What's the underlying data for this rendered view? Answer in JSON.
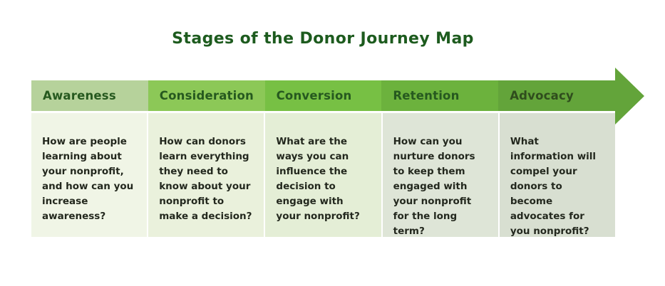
{
  "title": "Stages of the Donor Journey Map",
  "colors": {
    "background": "#ffffff",
    "title_text": "#1d5b1e",
    "body_text": "#23281e",
    "arrow": "#63a43a"
  },
  "icons": {
    "arrow_head": "right-arrow-head"
  },
  "stages": [
    {
      "label": "Awareness",
      "question": "How are people learning about your nonprofit, and how can you increase awareness?",
      "header_bg": "#b6d29b",
      "body_bg": "#f0f5e6",
      "label_color": "#26591f"
    },
    {
      "label": "Consideration",
      "question": "How can donors learn everything they need to know about your nonprofit to make a decision?",
      "header_bg": "#8cc857",
      "body_bg": "#eaf1dc",
      "label_color": "#26591f"
    },
    {
      "label": "Conversion",
      "question": "What are the ways you can influence the decision to engage with your nonprofit?",
      "header_bg": "#77c044",
      "body_bg": "#e4eed6",
      "label_color": "#26591f"
    },
    {
      "label": "Retention",
      "question": "How can you nurture donors to keep them engaged with your nonprofit for the long term?",
      "header_bg": "#6cb23d",
      "body_bg": "#dee5d7",
      "label_color": "#26591f"
    },
    {
      "label": "Advocacy",
      "question": "What information will compel your donors to become advocates for you nonprofit?",
      "header_bg": "#63a43a",
      "body_bg": "#d8dfd1",
      "label_color": "#2f4d1d"
    }
  ]
}
